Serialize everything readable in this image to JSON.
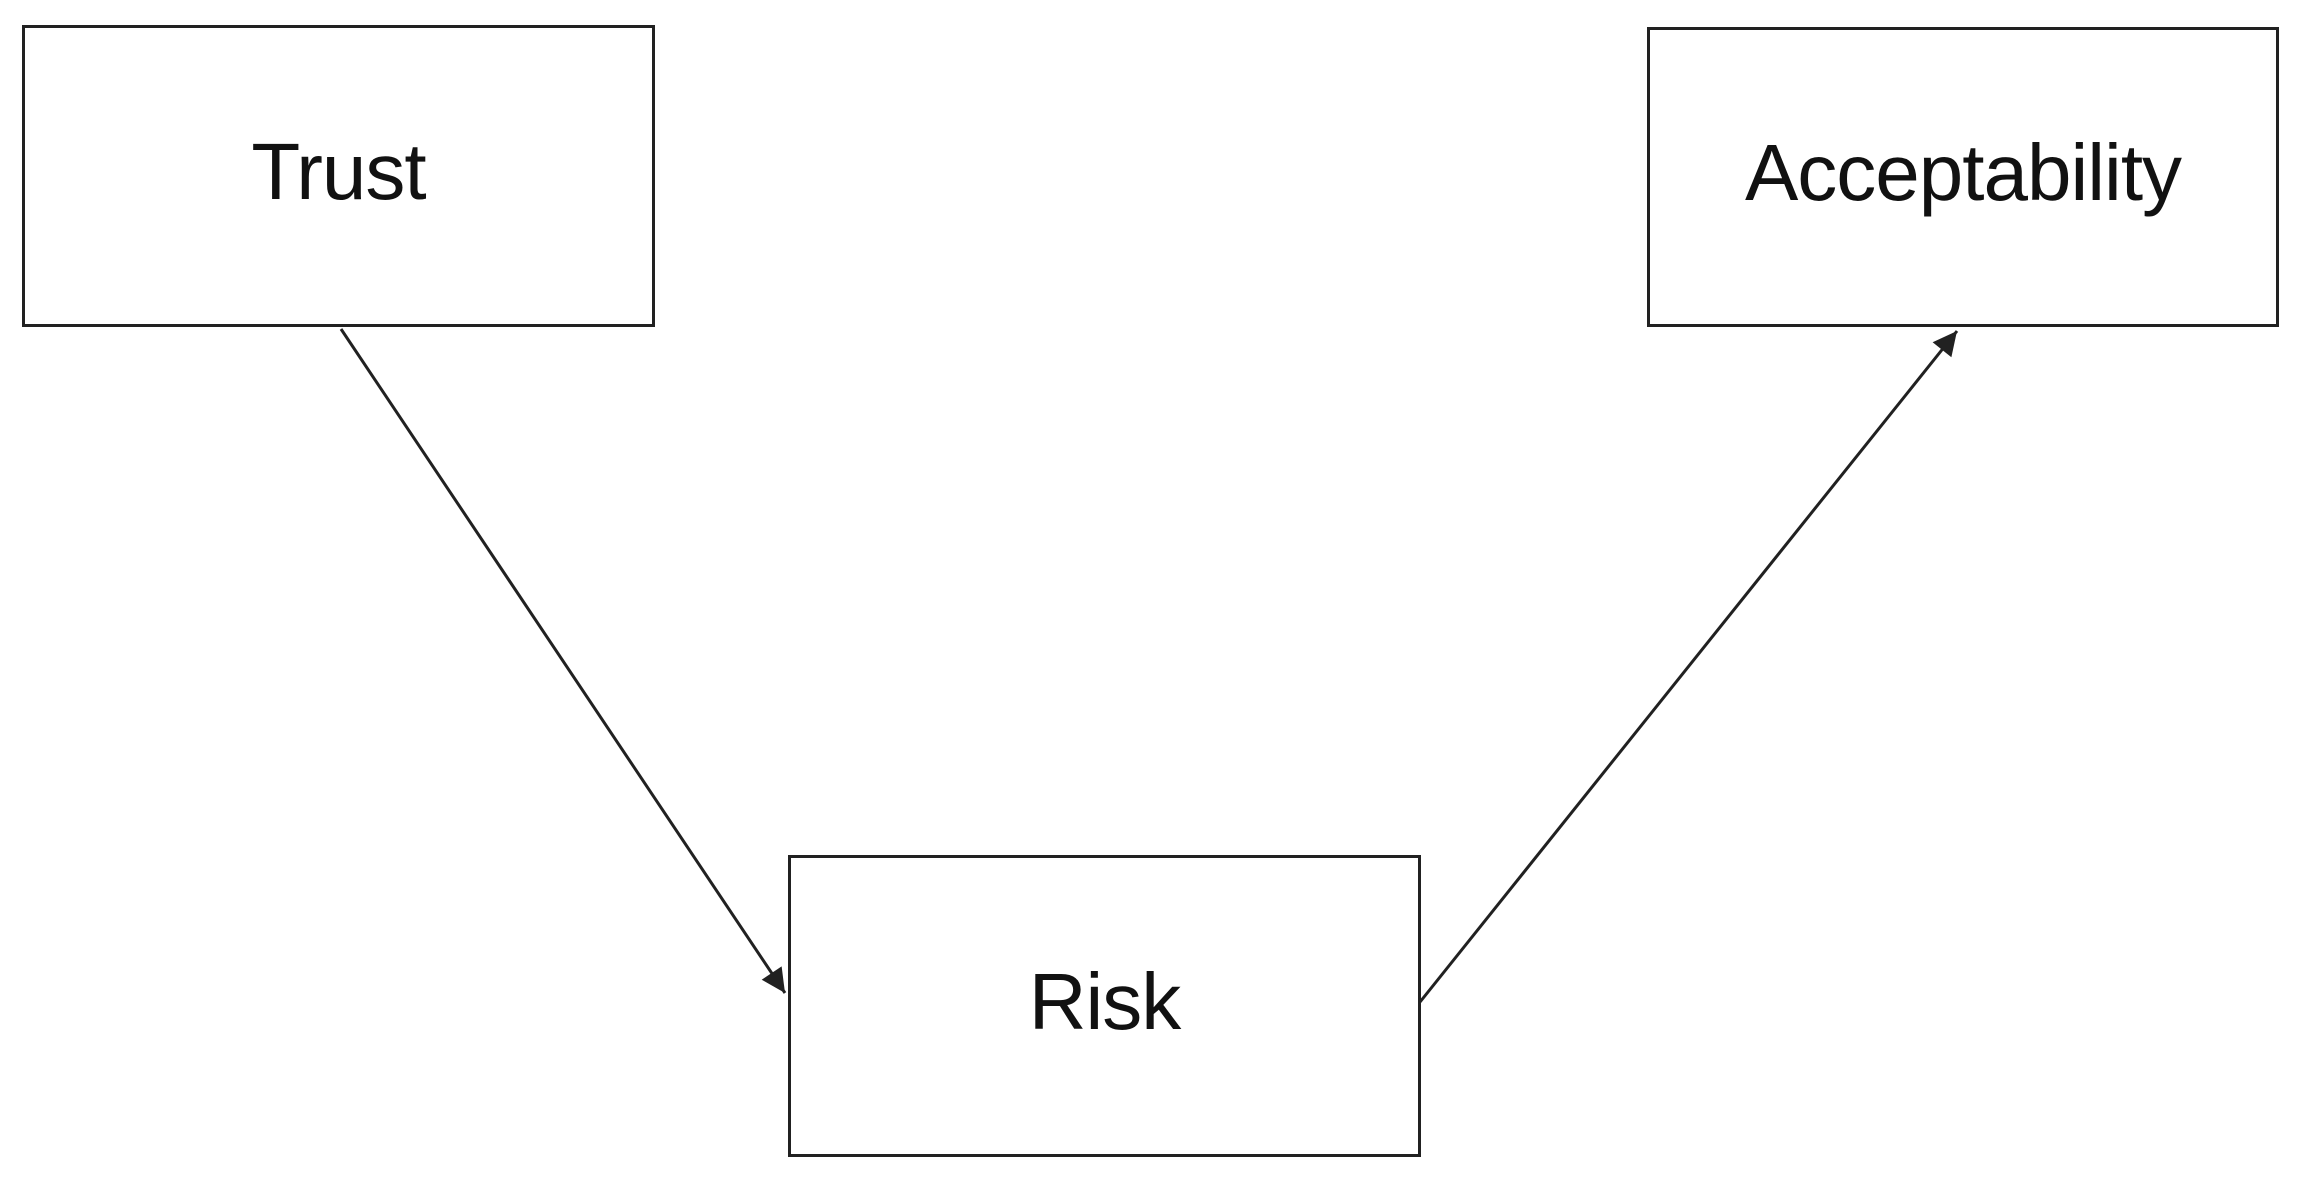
{
  "diagram": {
    "nodes": [
      {
        "id": "trust",
        "label": "Trust"
      },
      {
        "id": "acceptability",
        "label": "Acceptability"
      },
      {
        "id": "risk",
        "label": "Risk"
      }
    ],
    "edges": [
      {
        "from": "Trust",
        "to": "Risk"
      },
      {
        "from": "Risk",
        "to": "Acceptability"
      }
    ],
    "colors": {
      "background": "#ffffff",
      "node_fill": "#ffffff",
      "node_border": "#212121",
      "text": "#111111",
      "arrow": "#212121"
    }
  }
}
